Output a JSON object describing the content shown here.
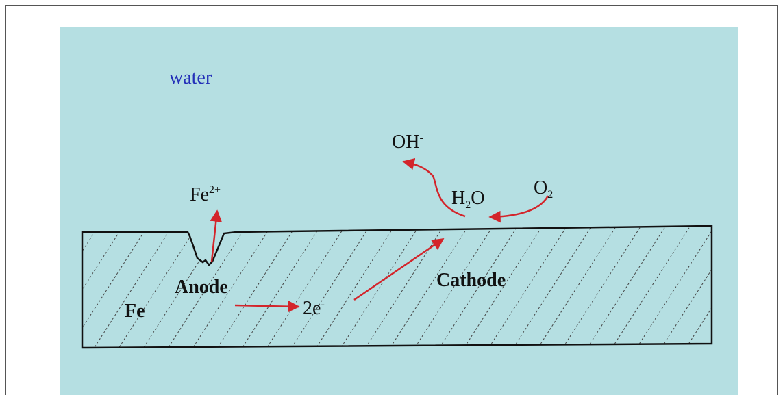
{
  "diagram": {
    "medium_label": "water",
    "metal_label": "Fe",
    "anode_label": "Anode",
    "cathode_label": "Cathode",
    "ion_label": {
      "base": "Fe",
      "sup": "2+"
    },
    "electron_label": {
      "base": "2e",
      "sup": "-"
    },
    "hydroxide_label": {
      "base": "OH",
      "sup": "-"
    },
    "water_label": {
      "pre": "H",
      "sub": "2",
      "post": "O"
    },
    "oxygen_label": {
      "base": "O",
      "sub": "2"
    },
    "colors": {
      "medium": "#b5dfe2",
      "arrow": "#d3252b",
      "metal_outline": "#111111",
      "water_text": "#2430b8",
      "hatch": "#444444"
    }
  }
}
